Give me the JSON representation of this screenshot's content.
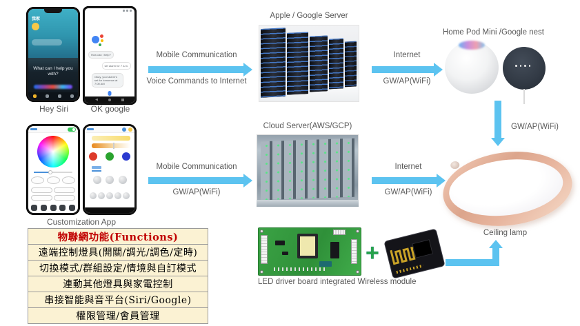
{
  "palette": {
    "arrow_blue": "#5CC3F0",
    "label_gray": "#595959",
    "table_bg": "#FBF2D3",
    "table_header_red": "#C00000",
    "plus_green": "#27A24B"
  },
  "top_row": {
    "siri_phone": {
      "caption": "Hey Siri",
      "home_title": "我家",
      "prompt": "What can I help you with?"
    },
    "google_phone": {
      "caption": "OK google",
      "bubble_left1": "How can I help?",
      "bubble_right": "set alarm for 7 a.m.",
      "bubble_left2": "Okay, your alarm's set for tomorrow at 7:00 AM"
    },
    "arrow1_top": "Mobile Communication",
    "arrow1_bottom": "Voice Commands to Internet",
    "server_title": "Apple / Google Server",
    "arrow2_top": "Internet",
    "arrow2_bottom": "GW/AP(WiFi)",
    "speakers_title": "Home Pod Mini /Google nest",
    "down_arrow_label": "GW/AP(WiFi)"
  },
  "mid_row": {
    "custom_caption": "Customization App",
    "arrow3_top": "Mobile Communication",
    "arrow3_bottom": "GW/AP(WiFi)",
    "server_title": "Cloud Server(AWS/GCP)",
    "arrow4_top": "Internet",
    "arrow4_bottom": "GW/AP(WiFi)",
    "lamp_caption": "Ceiling lamp"
  },
  "bottom_row": {
    "plus": "+",
    "board_caption": "LED driver board integrated Wireless module"
  },
  "functions_table": {
    "header": "物聯網功能(Functions)",
    "rows": [
      "遠端控制燈具(開關/調光/調色/定時)",
      "切換模式/群組設定/情境與自訂模式",
      "連動其他燈具與家電控制",
      "串接智能與音平台(Siri/Google)",
      "權限管理/會員管理"
    ]
  }
}
